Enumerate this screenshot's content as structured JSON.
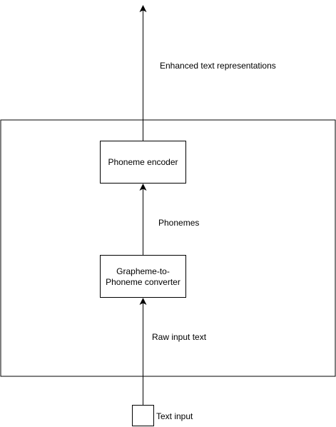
{
  "diagram": {
    "nodes": {
      "phoneme_encoder": {
        "label": "Phoneme encoder"
      },
      "g2p_converter": {
        "label_line1": "Grapheme-to-",
        "label_line2": "Phoneme converter"
      },
      "text_input": {
        "label": "Text input"
      }
    },
    "edges": {
      "raw_input": {
        "label": "Raw input text"
      },
      "phonemes": {
        "label": "Phonemes"
      },
      "enhanced": {
        "label": "Enhanced text representations"
      }
    },
    "colors": {
      "stroke": "#000000",
      "fill": "#ffffff",
      "text": "#000000"
    }
  }
}
